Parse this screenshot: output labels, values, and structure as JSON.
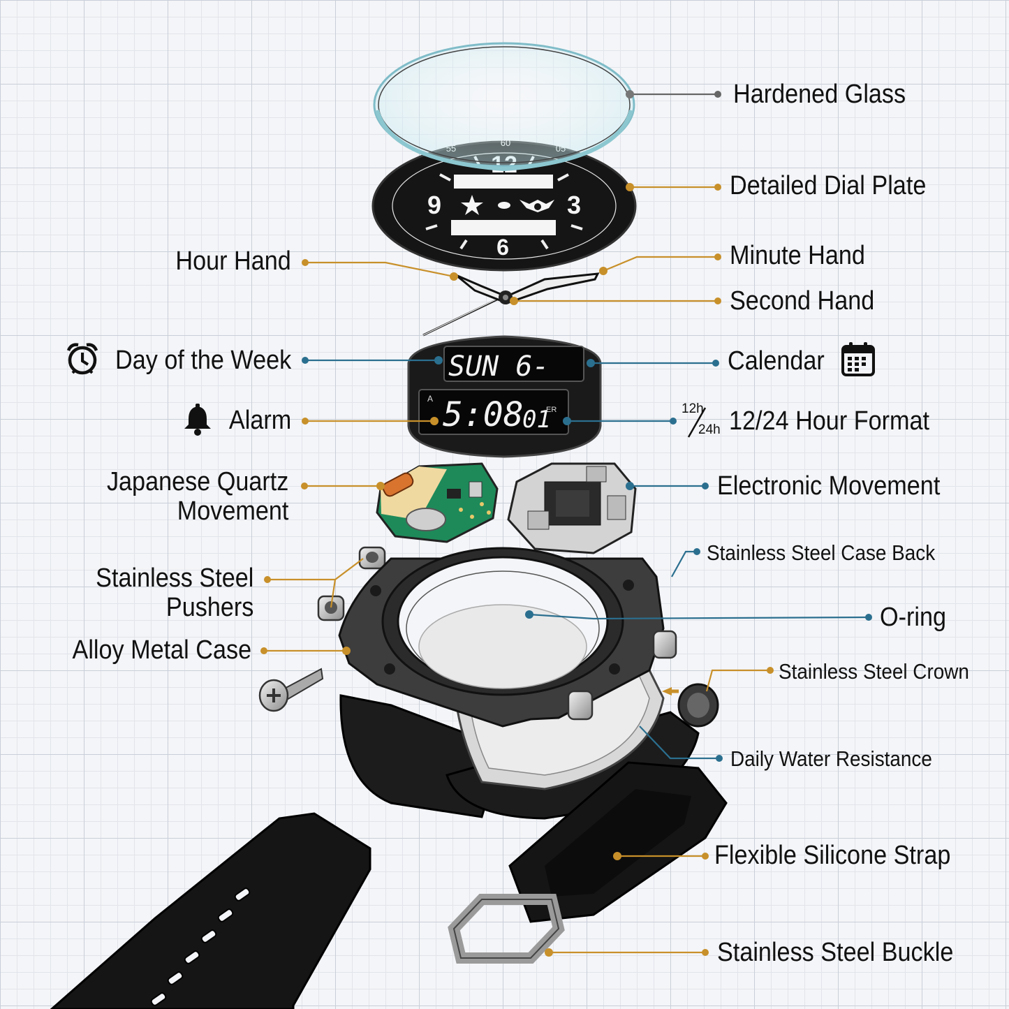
{
  "labels": {
    "hardened_glass": "Hardened Glass",
    "dial_plate": "Detailed Dial Plate",
    "hour_hand": "Hour Hand",
    "minute_hand": "Minute Hand",
    "second_hand": "Second Hand",
    "day_of_week": "Day of the Week",
    "calendar": "Calendar",
    "alarm": "Alarm",
    "hour_format": "12/24 Hour Format",
    "quartz_line1": "Japanese Quartz",
    "quartz_line2": "Movement",
    "electronic_movement": "Electronic Movement",
    "case_back": "Stainless Steel Case Back",
    "pushers_line1": "Stainless Steel",
    "pushers_line2": "Pushers",
    "o_ring": "O-ring",
    "alloy_case": "Alloy Metal Case",
    "crown": "Stainless Steel Crown",
    "water_resistance": "Daily Water Resistance",
    "strap": "Flexible Silicone Strap",
    "buckle": "Stainless Steel Buckle"
  },
  "format_icon": {
    "top": "12h",
    "bottom": "24h"
  },
  "dial": {
    "n12": "12",
    "n3": "3",
    "n6": "6",
    "n9": "9",
    "m60": "60",
    "m05": "05",
    "m55": "55"
  },
  "display": {
    "top": "SUN 6-",
    "bottom": "5:08",
    "seconds": "01",
    "indicator_a": "A",
    "indicator_er": "ER"
  },
  "icons": {
    "day_of_week": "alarm-clock-icon",
    "calendar": "calendar-icon",
    "alarm": "bell-icon",
    "hour_format": "12h-24h-icon"
  },
  "colors": {
    "gold_leader": "#c8902a",
    "blue_leader": "#2b6f8f",
    "gray_leader": "#666666",
    "grid": "#c9ced8"
  }
}
